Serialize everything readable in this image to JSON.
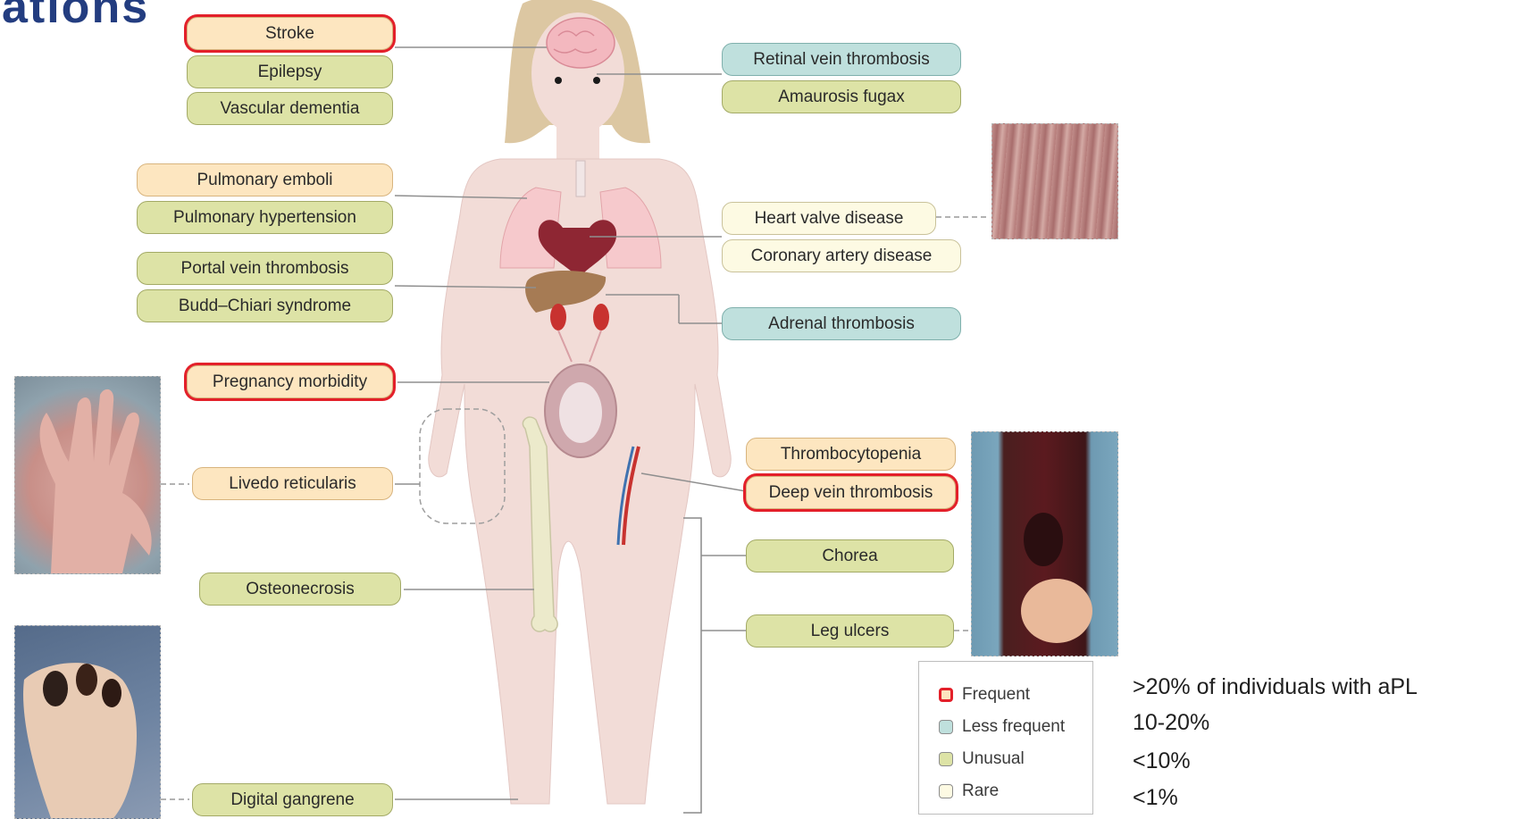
{
  "title_fragment": "ations",
  "labels": {
    "stroke": "Stroke",
    "epilepsy": "Epilepsy",
    "vascular_dementia": "Vascular dementia",
    "pulmonary_emboli": "Pulmonary emboli",
    "pulmonary_hypertension": "Pulmonary hypertension",
    "portal_vein_thrombosis": "Portal vein thrombosis",
    "budd_chiari": "Budd–Chiari syndrome",
    "pregnancy_morbidity": "Pregnancy morbidity",
    "livedo_reticularis": "Livedo reticularis",
    "osteonecrosis": "Osteonecrosis",
    "digital_gangrene": "Digital gangrene",
    "retinal_vein_thrombosis": "Retinal vein thrombosis",
    "amaurosis_fugax": "Amaurosis fugax",
    "heart_valve_disease": "Heart valve disease",
    "coronary_artery_disease": "Coronary artery disease",
    "adrenal_thrombosis": "Adrenal thrombosis",
    "thrombocytopenia": "Thrombocytopenia",
    "deep_vein_thrombosis": "Deep vein thrombosis",
    "chorea": "Chorea",
    "leg_ulcers": "Leg ulcers"
  },
  "categories_by_label": {
    "stroke": "frequent",
    "epilepsy": "unusual",
    "vascular_dementia": "unusual",
    "pulmonary_emboli": "frequent",
    "pulmonary_hypertension": "unusual",
    "portal_vein_thrombosis": "unusual",
    "budd_chiari": "unusual",
    "pregnancy_morbidity": "frequent",
    "livedo_reticularis": "frequent",
    "osteonecrosis": "unusual",
    "digital_gangrene": "unusual",
    "retinal_vein_thrombosis": "less_frequent",
    "amaurosis_fugax": "unusual",
    "heart_valve_disease": "rare",
    "coronary_artery_disease": "rare",
    "adrenal_thrombosis": "less_frequent",
    "thrombocytopenia": "frequent",
    "deep_vein_thrombosis": "frequent",
    "chorea": "unusual",
    "leg_ulcers": "unusual"
  },
  "highlighted": [
    "stroke",
    "pregnancy_morbidity",
    "deep_vein_thrombosis"
  ],
  "legend": {
    "frequent": "Frequent",
    "less_frequent": "Less frequent",
    "unusual": "Unusual",
    "rare": "Rare"
  },
  "percentages": {
    "frequent": ">20% of individuals with aPL",
    "less_frequent": "10-20%",
    "unusual": "<10%",
    "rare": "<1%"
  },
  "colors": {
    "frequent": "#fde6c0",
    "less_frequent": "#bfe0dd",
    "unusual": "#dde3a6",
    "rare": "#fdfae3",
    "highlight": "#e3202a",
    "body": "#f1d7d4",
    "hair": "#dcc7a2"
  }
}
